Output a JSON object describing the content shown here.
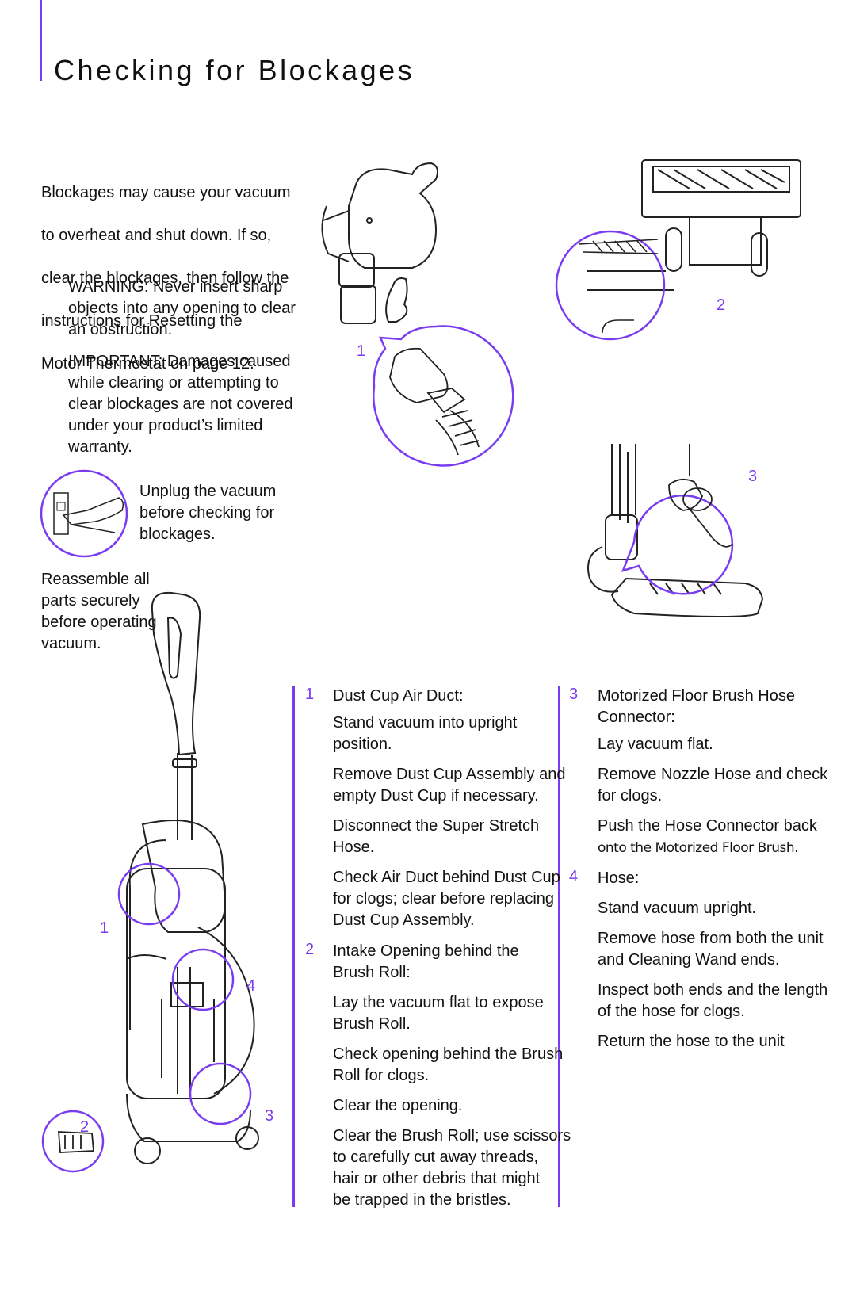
{
  "page_title": "Checking for Blockages",
  "intro": {
    "lines": [
      "Blockages may cause your vacuum",
      "to overheat and shut down. If so,",
      "clear the blockages, then follow the",
      "instructions for Resetting the",
      "Motor Thermostat on page 12."
    ]
  },
  "warning": "WARNING: Never insert sharp\nobjects into any opening to clear\nan obstruction.",
  "important": "IMPORTANT: Damages caused\nwhile clearing or attempting to\nclear blockages are not covered\nunder your product’s limited\nwarranty.",
  "unplug_note": "Unplug the vacuum\nbefore checking for\nblockages.",
  "reassemble_note": "Reassemble all\nparts securely\nbefore operating\nvacuum.",
  "figure_callouts": {
    "dust_cup": "1",
    "nozzle": "2",
    "floor_brush": "3",
    "upright_1": "1",
    "upright_2": "2",
    "upright_3": "3",
    "upright_4": "4"
  },
  "steps": {
    "s1": {
      "num": "1",
      "heading": "Dust Cup Air Duct:",
      "items": [
        "Stand vacuum into upright\nposition.",
        "Remove Dust Cup Assembly and\nempty Dust Cup if necessary.",
        "Disconnect the Super Stretch\nHose.",
        "Check Air Duct behind Dust Cup\nfor clogs; clear before replacing\nDust Cup Assembly."
      ]
    },
    "s2": {
      "num": "2",
      "heading": "Intake Opening behind the\nBrush Roll:",
      "items": [
        "Lay the vacuum flat to expose\nBrush Roll.",
        "Check opening behind the Brush\nRoll for clogs.",
        "Clear the opening.",
        "Clear the Brush Roll; use scissors\nto carefully cut away threads,\nhair or other debris that might\nbe trapped in the bristles."
      ]
    },
    "s3": {
      "num": "3",
      "heading": "Motorized Floor Brush Hose\nConnector:",
      "items": [
        "Lay vacuum flat.",
        "Remove Nozzle Hose and check\nfor clogs.",
        "Push the Hose Connector back"
      ],
      "item_tail": "onto the Motorized Floor Brush."
    },
    "s4": {
      "num": "4",
      "heading": "Hose:",
      "items": [
        "Stand vacuum upright.",
        "Remove hose from both the unit\nand Cleaning Wand ends.",
        "Inspect both ends and the length\nof the hose for clogs.",
        "Return the hose to the unit"
      ]
    }
  },
  "colors": {
    "accent": "#7a3cf0",
    "text": "#111111",
    "line_art": "#222222"
  }
}
